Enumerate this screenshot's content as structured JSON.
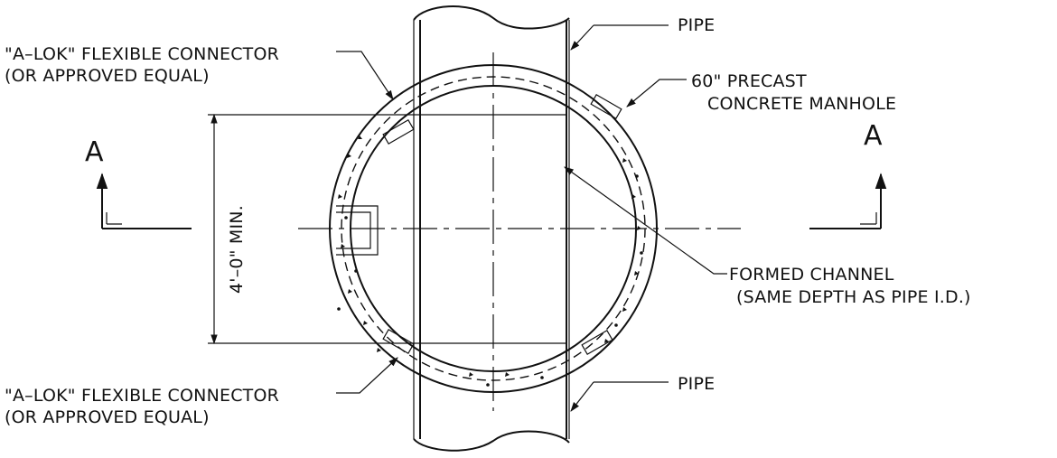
{
  "labels": {
    "pipe_top": "PIPE",
    "pipe_bottom": "PIPE",
    "connector_top_1": "\"A–LOK\" FLEXIBLE CONNECTOR",
    "connector_top_2": "(OR APPROVED EQUAL)",
    "connector_bottom_1": "\"A–LOK\" FLEXIBLE CONNECTOR",
    "connector_bottom_2": "(OR APPROVED EQUAL)",
    "manhole_1": "60\" PRECAST",
    "manhole_2": "CONCRETE MANHOLE",
    "channel_1": "FORMED CHANNEL",
    "channel_2": "(SAME DEPTH AS PIPE I.D.)",
    "dimension": "4'–0\" MIN.",
    "section_left": "A",
    "section_right": "A"
  }
}
